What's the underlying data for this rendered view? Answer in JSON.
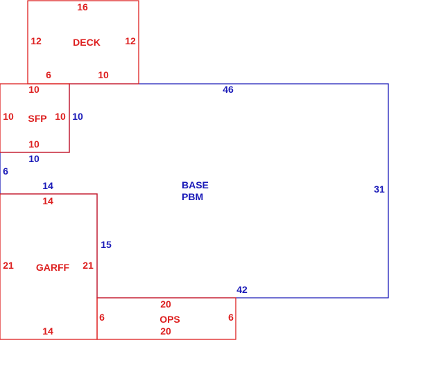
{
  "colors": {
    "base": "#1a1ab8",
    "addition": "#dd1f1f",
    "background": "#ffffff"
  },
  "base": {
    "name_line1": "BASE",
    "name_line2": "PBM",
    "dims": {
      "top": "46",
      "right": "31",
      "bottom": "42",
      "left_lower_stub": "15",
      "step_horizontal": "14",
      "left_upper": "6",
      "notch_bottom": "10",
      "notch_right": "10"
    }
  },
  "deck": {
    "name": "DECK",
    "dims": {
      "top": "16",
      "left": "12",
      "right": "12",
      "bottom_left": "6",
      "bottom_right": "10"
    }
  },
  "sfp": {
    "name": "SFP",
    "dims": {
      "top": "10",
      "left": "10",
      "right": "10",
      "bottom": "10"
    }
  },
  "garff": {
    "name": "GARFF",
    "dims": {
      "top": "14",
      "left": "21",
      "right": "21",
      "bottom": "14"
    }
  },
  "ops": {
    "name": "OPS",
    "dims": {
      "top": "20",
      "left": "6",
      "right": "6",
      "bottom": "20"
    }
  }
}
